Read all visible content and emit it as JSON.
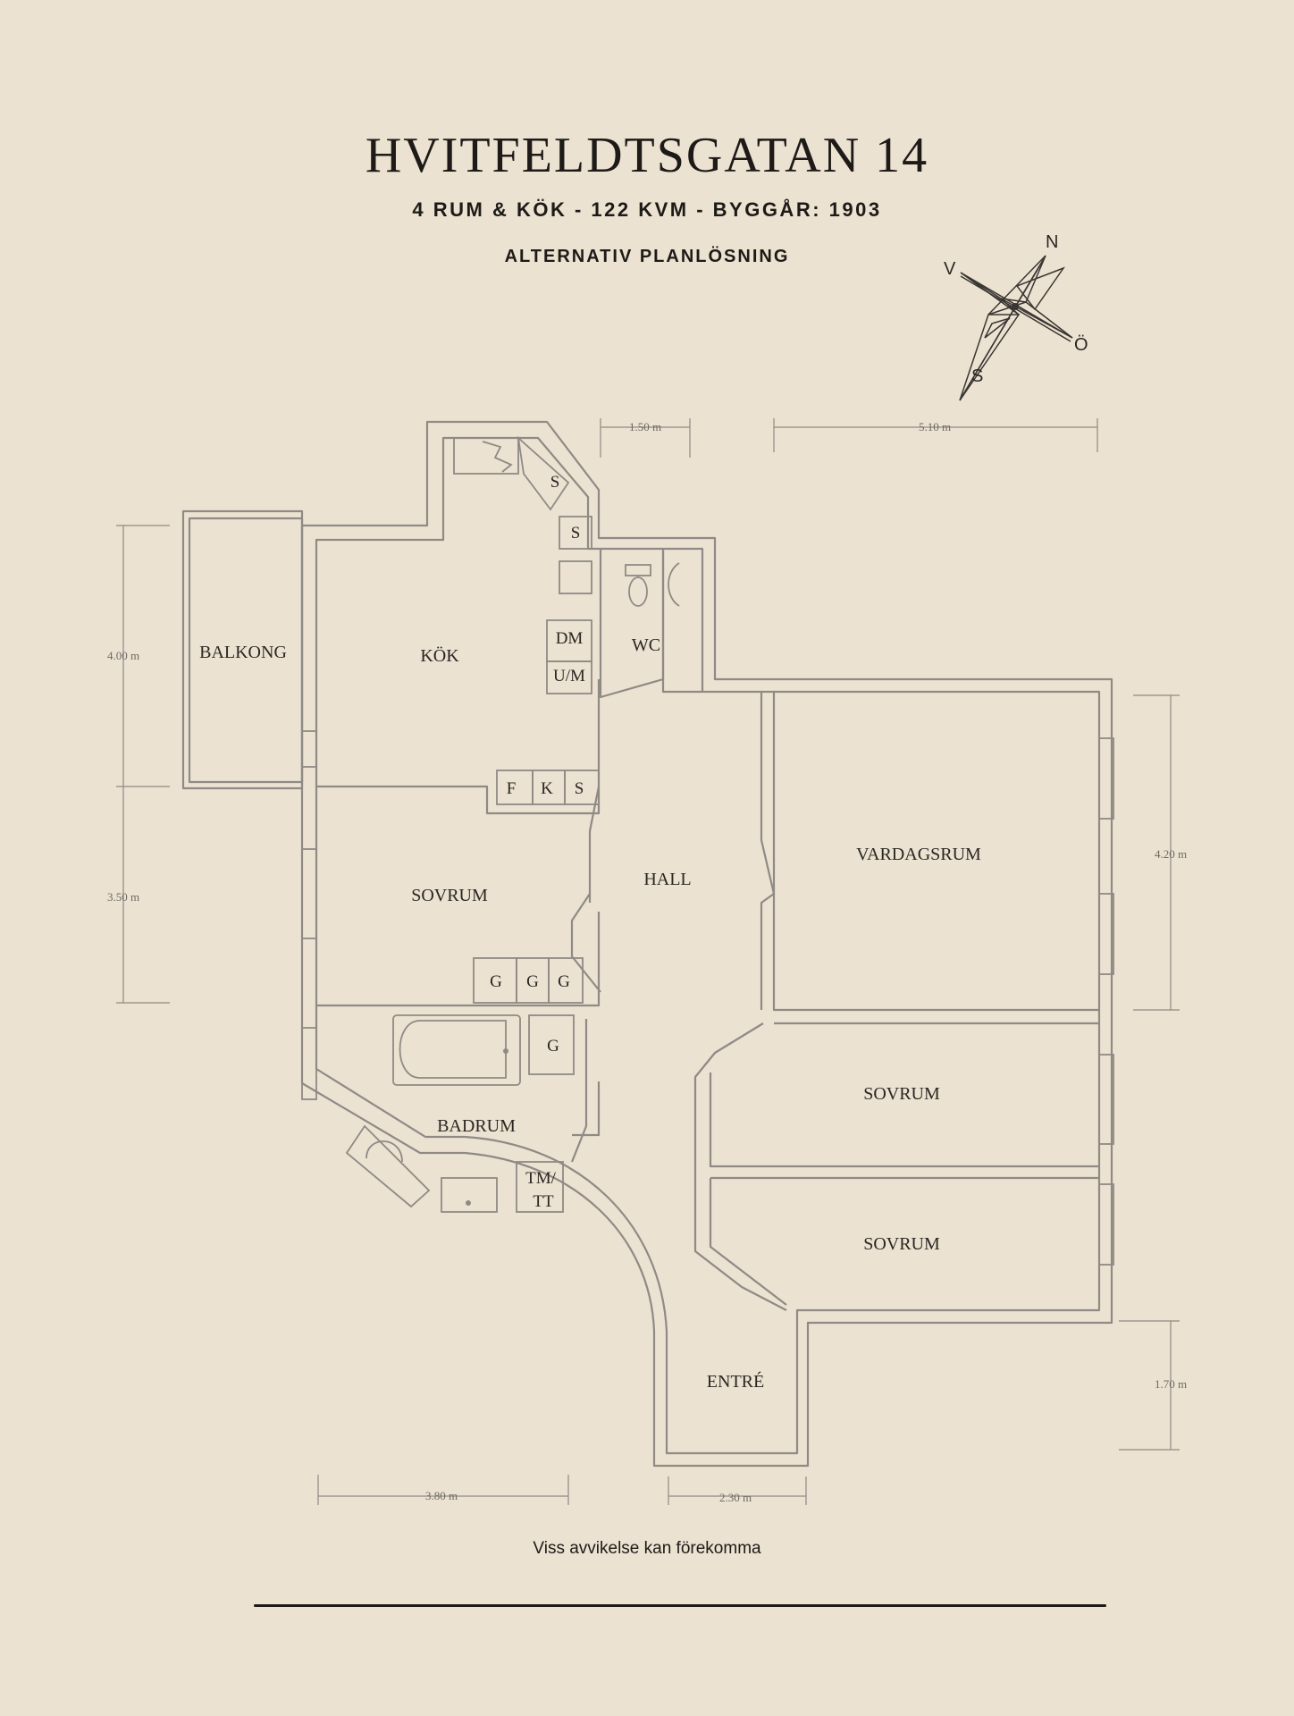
{
  "header": {
    "title": "HVITFELDTSGATAN 14",
    "subtitle": "4 RUM & KÖK  -  122 KVM  -  BYGGÅR: 1903",
    "alt_label": "ALTERNATIV PLANLÖSNING"
  },
  "compass": {
    "n": "N",
    "s": "S",
    "v": "V",
    "o": "Ö"
  },
  "rooms": {
    "balkong": "BALKONG",
    "kok": "KÖK",
    "wc": "WC",
    "sovrum1": "SOVRUM",
    "hall": "HALL",
    "vardagsrum": "VARDAGSRUM",
    "sovrum2": "SOVRUM",
    "sovrum3": "SOVRUM",
    "badrum": "BADRUM",
    "entre": "ENTRÉ"
  },
  "fixtures": {
    "s1": "S",
    "s2": "S",
    "dm": "DM",
    "um": "U/M",
    "f": "F",
    "k": "K",
    "s3": "S",
    "g1": "G",
    "g2": "G",
    "g3": "G",
    "g4": "G",
    "tm": "TM/",
    "tt": "TT"
  },
  "dimensions": {
    "top_left": "1.50 m",
    "top_right": "5.10 m",
    "left_upper": "4.00 m",
    "left_lower": "3.50 m",
    "right_upper": "4.20 m",
    "right_lower": "1.70 m",
    "bottom_left": "3.80 m",
    "bottom_right": "2.30 m"
  },
  "footer": {
    "disclaimer": "Viss avvikelse kan förekomma"
  }
}
